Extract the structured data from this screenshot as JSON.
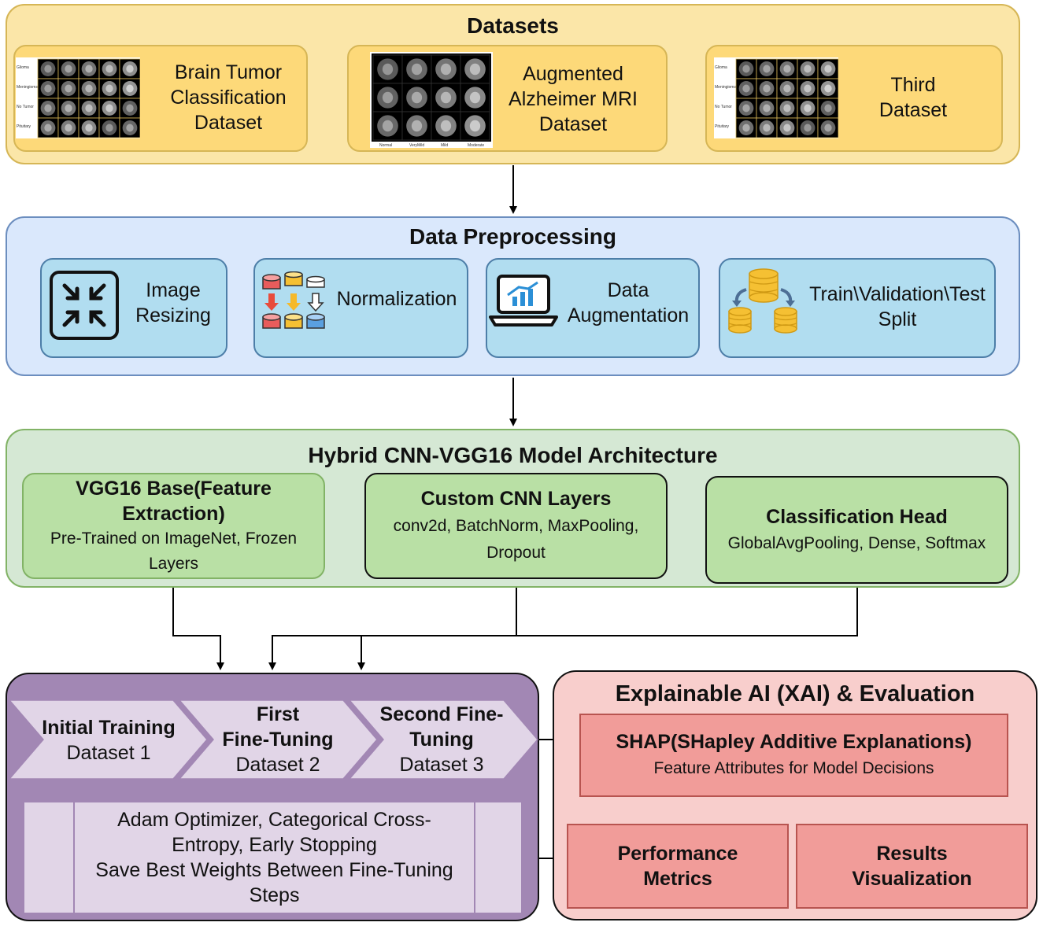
{
  "datasets": {
    "title": "Datasets",
    "items": [
      {
        "label": "Brain Tumor Classification Dataset",
        "lines": [
          "Brain Tumor",
          "Classification",
          "Dataset"
        ],
        "row_labels": [
          "Glioma",
          "Meningioma",
          "No Tumor",
          "Pituitary"
        ]
      },
      {
        "label": "Augmented Alzheimer MRI Dataset",
        "lines": [
          "Augmented",
          "Alzheimer MRI",
          "Dataset"
        ],
        "col_labels": [
          "Normal",
          "VeryMild",
          "Mild",
          "Moderate"
        ]
      },
      {
        "label": "Third Dataset",
        "lines": [
          "Third",
          "Dataset"
        ],
        "row_labels": [
          "Glioma",
          "Meningioma",
          "No Tumor",
          "Pituitary"
        ]
      }
    ]
  },
  "preprocessing": {
    "title": "Data Preprocessing",
    "items": [
      {
        "lines": [
          "Image",
          "Resizing"
        ],
        "icon": "resize-icon"
      },
      {
        "lines": [
          "Normalization"
        ],
        "icon": "database-normalize-icon"
      },
      {
        "lines": [
          "Data",
          "Augmentation"
        ],
        "icon": "laptop-chart-icon"
      },
      {
        "lines": [
          "Train\\Validation\\Test",
          "Split"
        ],
        "icon": "coins-split-icon"
      }
    ]
  },
  "model": {
    "title": "Hybrid CNN-VGG16 Model Architecture",
    "vgg": {
      "title_lines": [
        "VGG16 Base(Feature",
        "Extraction)"
      ],
      "desc_lines": [
        "Pre-Trained on ImageNet, Frozen",
        "Layers"
      ]
    },
    "cnn": {
      "title": "Custom CNN Layers",
      "desc_lines": [
        "conv2d, BatchNorm, MaxPooling,",
        "Dropout"
      ]
    },
    "head": {
      "title": "Classification Head",
      "desc": "GlobalAvgPooling, Dense, Softmax"
    }
  },
  "training": {
    "steps": [
      {
        "title_lines": [
          "Initial Training"
        ],
        "sub": "Dataset 1"
      },
      {
        "title_lines": [
          "First",
          "Fine-Tuning"
        ],
        "sub": "Dataset 2"
      },
      {
        "title_lines": [
          "Second Fine-",
          "Tuning"
        ],
        "sub": "Dataset 3"
      }
    ],
    "notes_lines": [
      "Adam Optimizer, Categorical Cross-",
      "Entropy, Early Stopping",
      "Save Best Weights Between Fine-Tuning",
      "Steps"
    ]
  },
  "xai": {
    "title": "Explainable AI (XAI) & Evaluation",
    "shap": {
      "title": "SHAP(SHapley Additive Explanations)",
      "desc": "Feature Attributes for Model Decisions"
    },
    "performance": {
      "lines": [
        "Performance",
        "Metrics"
      ]
    },
    "results": {
      "lines": [
        "Results",
        "Visualization"
      ]
    }
  },
  "colors": {
    "datasets_fill": "#fbe6a8",
    "datasets_stroke": "#d6b656",
    "pre_fill": "#dae8fc",
    "pre_stroke": "#6c8ebf",
    "pre_item_fill": "#b1ddf0",
    "model_fill": "#d5e8d4",
    "model_stroke": "#82b366",
    "model_item_fill": "#b9e0a5",
    "train_fill": "#a287b4",
    "train_light": "#e1d5e7",
    "xai_fill": "#f8cecc",
    "xai_stroke": "#b85450",
    "xai_item_fill": "#f19c99"
  }
}
